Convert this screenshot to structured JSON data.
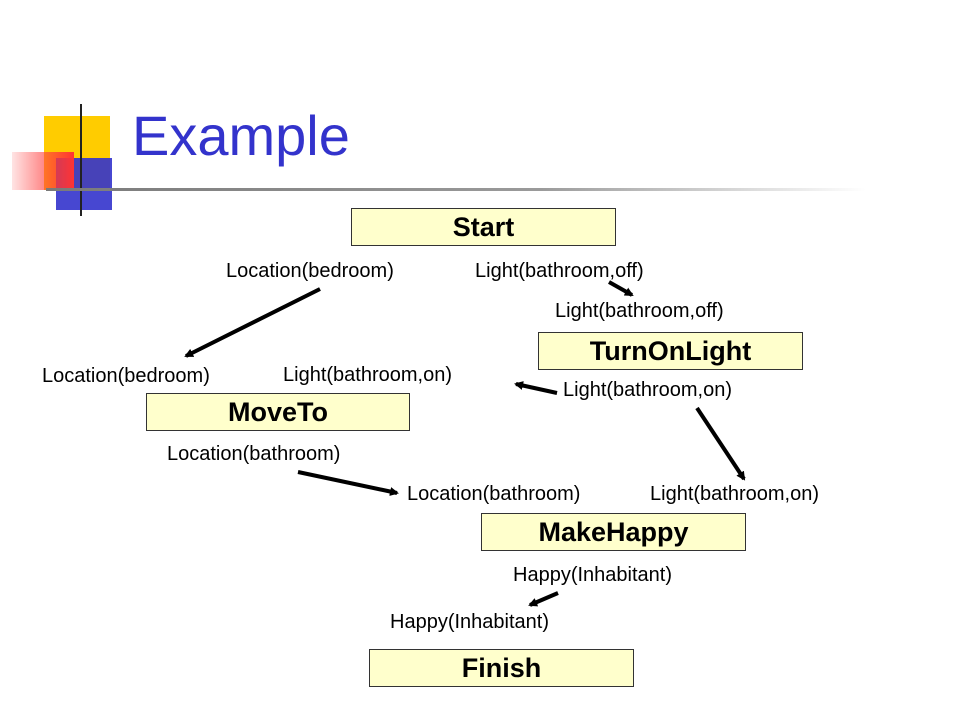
{
  "slide": {
    "title": "Example"
  },
  "colors": {
    "title": "#3333cc",
    "box_fill": "#ffffcc",
    "deco_yellow": "#ffcc00",
    "deco_blue": "#3333cc",
    "deco_red": "#ff3333"
  },
  "diagram": {
    "nodes": {
      "start": {
        "label": "Start"
      },
      "turn_on_light": {
        "label": "TurnOnLight"
      },
      "move_to": {
        "label": "MoveTo"
      },
      "make_happy": {
        "label": "MakeHappy"
      },
      "finish": {
        "label": "Finish"
      }
    },
    "conditions": {
      "start_effect_location": "Location(bedroom)",
      "start_effect_light": "Light(bathroom,off)",
      "turnonlight_precondition": "Light(bathroom,off)",
      "turnonlight_effect": "Light(bathroom,on)",
      "moveto_precondition_location": "Location(bedroom)",
      "moveto_precondition_light": "Light(bathroom,on)",
      "moveto_effect": "Location(bathroom)",
      "makehappy_precondition_location": "Location(bathroom)",
      "makehappy_precondition_light": "Light(bathroom,on)",
      "makehappy_effect": "Happy(Inhabitant)",
      "finish_precondition": "Happy(Inhabitant)"
    }
  }
}
